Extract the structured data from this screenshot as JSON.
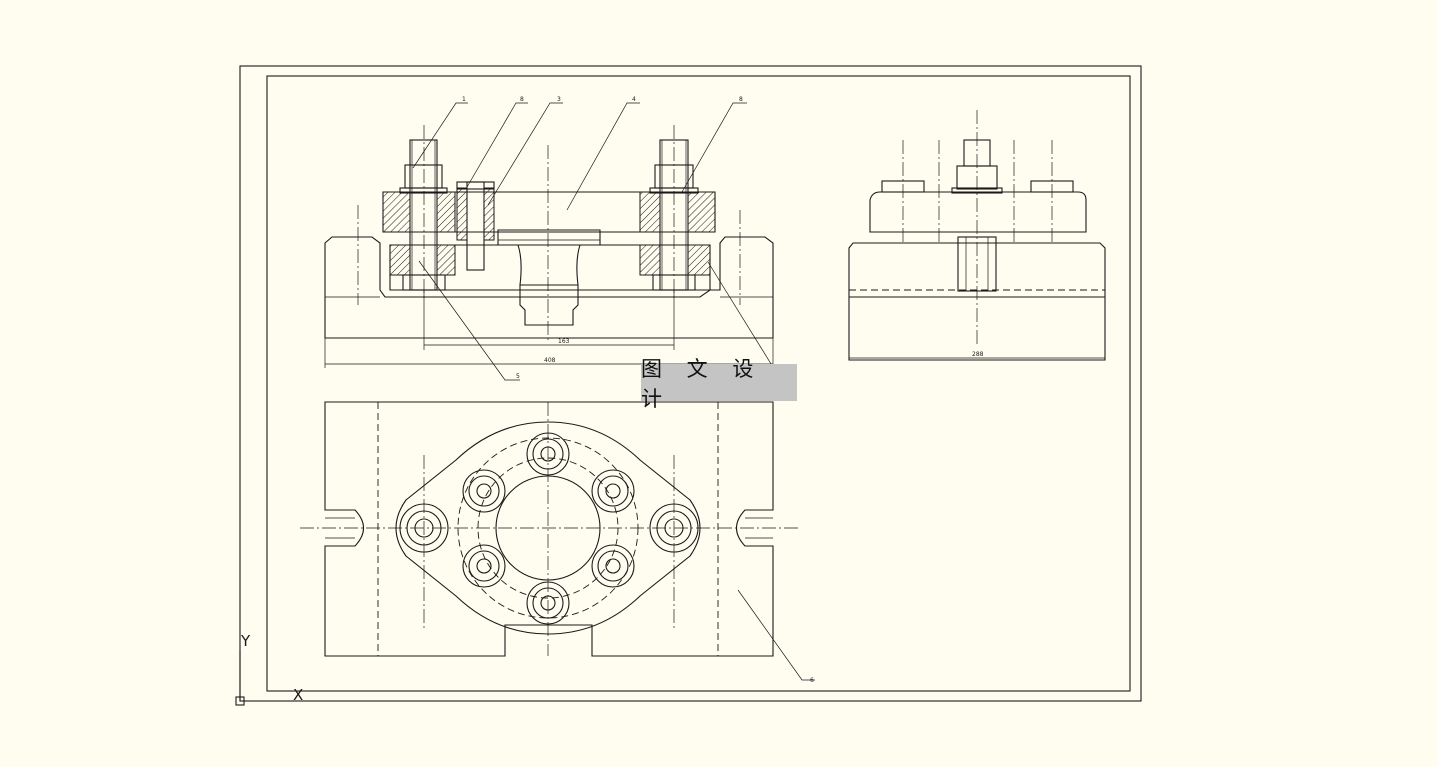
{
  "watermark": {
    "text": "图 文 设 计"
  },
  "ucs_icon": {
    "x_label": "X",
    "y_label": "Y"
  },
  "part_numbers": [
    "1",
    "8",
    "3",
    "4",
    "8",
    "5",
    "6"
  ],
  "dimensions": {
    "inner_width": "163",
    "overall_width": "408",
    "side_width": "288"
  },
  "colors": {
    "background": "#fffdf0",
    "line": "#1a1a1a",
    "watermark_bg": "#c4c4c4"
  }
}
